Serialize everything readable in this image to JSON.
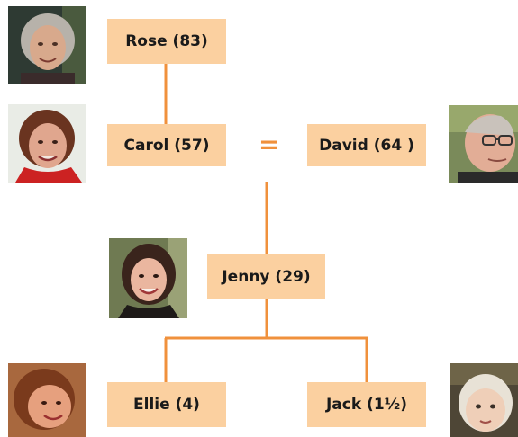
{
  "colors": {
    "box": "#fbd0a0",
    "line": "#f0913c",
    "text": "#1a1a1a",
    "background": "#ffffff"
  },
  "marriage_symbol": "=",
  "people": {
    "rose": {
      "label": "Rose (83)",
      "photo": "photo-elderly-woman-icon"
    },
    "carol": {
      "label": "Carol (57)",
      "photo": "photo-woman-icon"
    },
    "david": {
      "label": "David (64 )",
      "photo": "photo-man-glasses-icon"
    },
    "jenny": {
      "label": "Jenny (29)",
      "photo": "photo-young-woman-icon"
    },
    "ellie": {
      "label": "Ellie (4)",
      "photo": "photo-girl-icon"
    },
    "jack": {
      "label": "Jack (1½)",
      "photo": "photo-toddler-icon"
    }
  }
}
